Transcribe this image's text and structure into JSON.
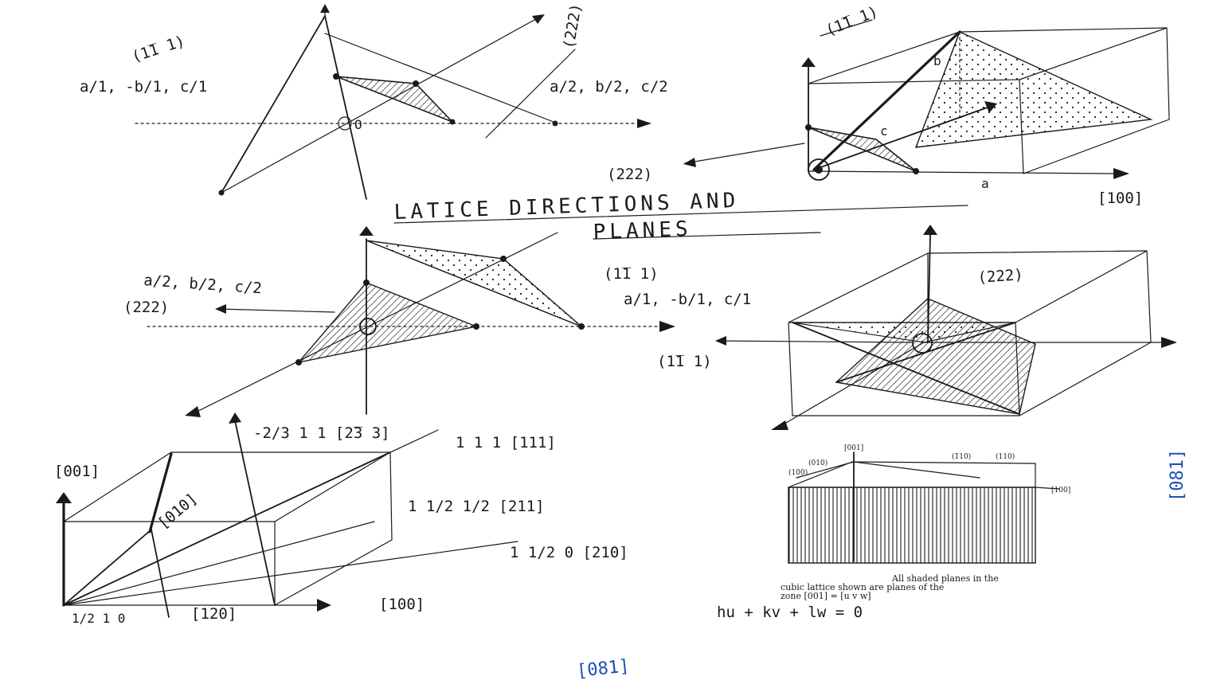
{
  "title": {
    "line1": "LATICE DIRECTIONS AND",
    "line2": "PLANES"
  },
  "panel1": {
    "plane_top": "(1̅1 1)",
    "intercepts_left": "a/1, -b/1, c/1",
    "plane_right": "(222)",
    "intercepts_right": "a/2, b/2, c/2",
    "origin": "O"
  },
  "panel2": {
    "plane_top": "(1̅1 1)",
    "plane_left": "(222)",
    "axis_a": "a",
    "axis_b": "b",
    "axis_c": "c",
    "direction": "[100]"
  },
  "panel3": {
    "intercepts_left": "a/2, b/2, c/2",
    "plane_left": "(222)",
    "plane_right": "(1̅1 1)",
    "intercepts_right": "a/1, -b/1, c/1"
  },
  "panel4": {
    "plane_top": "(222)",
    "plane_left": "(1̅1 1)"
  },
  "panel5": {
    "dir_001": "[001]",
    "dir_010": "[010]",
    "dir_233": "-2/3 1 1 [2̅3 3]",
    "dir_111": "1 1 1 [111]",
    "dir_211": "1 1/2 1/2 [211]",
    "dir_210": "1 1/2 0 [210]",
    "dir_100": "[100]",
    "dir_120": "[120]",
    "coord_bottom": "1/2 1 0"
  },
  "panel6": {
    "labels": [
      "[001]",
      "(010)",
      "(100)",
      "(1̅10)",
      "(110)",
      "[100]"
    ],
    "caption_line1": "All shaded planes in the",
    "caption_line2": "cubic lattice shown are planes of the",
    "caption_line3": "zone [001] = [u v w]",
    "equation": "hu + kv + lw = 0"
  },
  "page_numbers": {
    "bottom": "[081]",
    "right": "[081]"
  }
}
